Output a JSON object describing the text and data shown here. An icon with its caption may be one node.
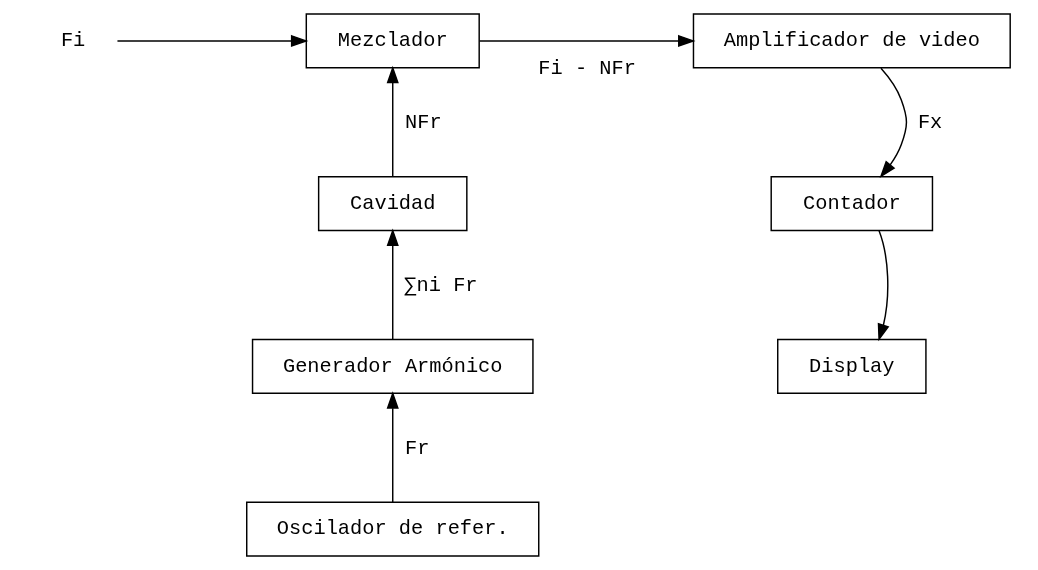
{
  "diagram": {
    "nodes": [
      {
        "text": [
          "Fi"
        ]
      },
      {
        "text": [
          "Mezclador"
        ]
      },
      {
        "text": [
          "Amplificador de video"
        ]
      },
      {
        "text": [
          "Cavidad"
        ]
      },
      {
        "text": [
          "Contador"
        ]
      },
      {
        "text": [
          "Generador Armónico"
        ]
      },
      {
        "text": [
          "Display"
        ]
      },
      {
        "text": [
          "Oscilador de refer."
        ]
      }
    ],
    "edges": [
      {
        "from": 0,
        "to": 1,
        "arrow": "to"
      },
      {
        "from": 1,
        "to": 2,
        "arrow": "to",
        "label": "Fi - NFr"
      },
      {
        "from": 3,
        "to": 1,
        "arrow": "to",
        "label": "NFr"
      },
      {
        "from": 5,
        "to": 3,
        "arrow": "to",
        "label": "∑ni Fr"
      },
      {
        "from": 7,
        "to": 5,
        "arrow": "to",
        "label": "Fr"
      },
      {
        "from": 2,
        "to": 4,
        "arrow": "to",
        "label": "Fx"
      },
      {
        "from": 4,
        "to": 6,
        "arrow": "to"
      }
    ]
  }
}
